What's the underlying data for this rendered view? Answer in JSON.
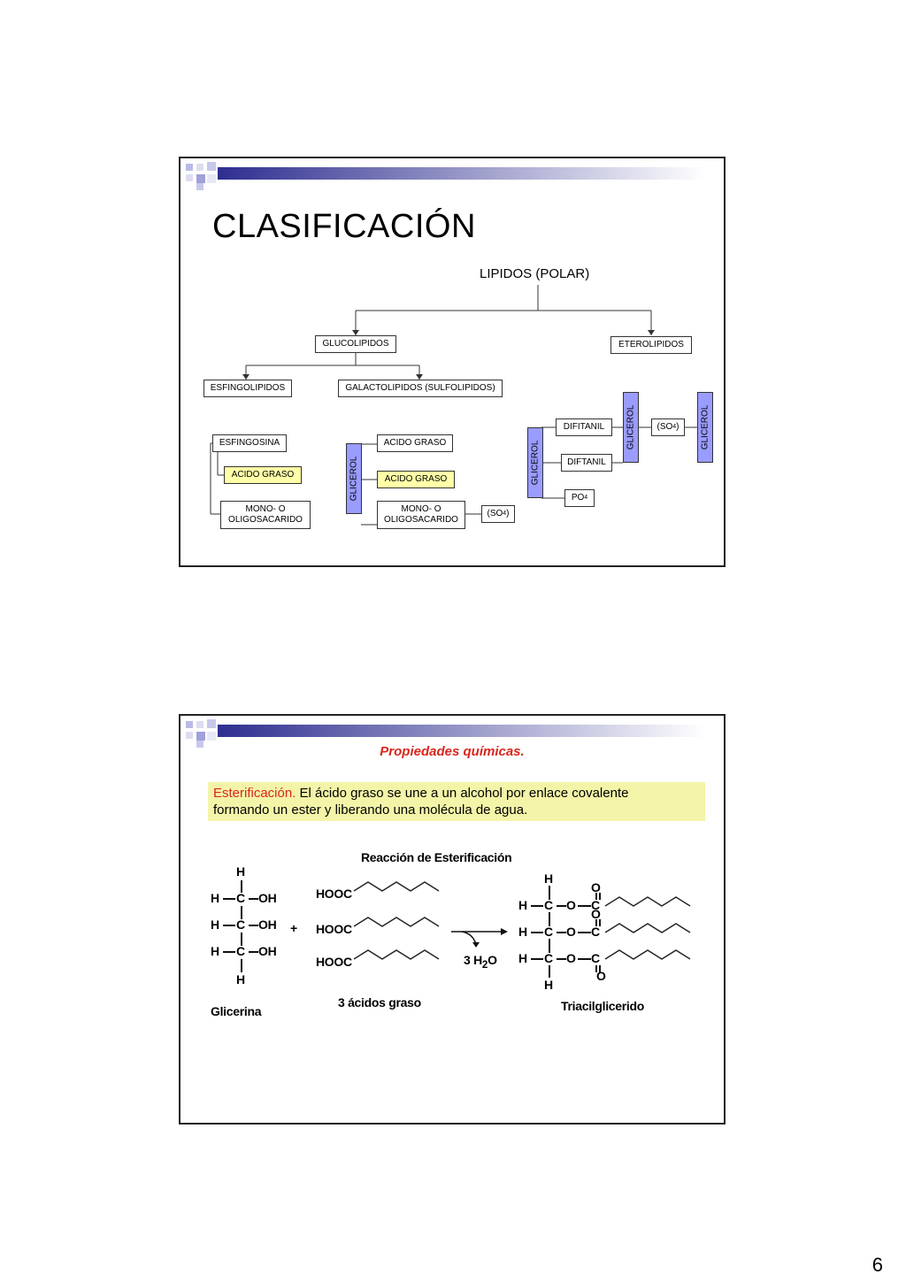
{
  "page_number": "6",
  "slide1": {
    "title": "CLASIFICACIÓN",
    "root": "LIPIDOS (POLAR)",
    "glucolipidos": "GLUCOLIPIDOS",
    "eterolipidos": "ETEROLIPIDOS",
    "esfingolipidos": "ESFINGOLIPIDOS",
    "galactolipidos": "GALACTOLIPIDOS (SULFOLIPIDOS)",
    "esfingosina": "ESFINGOSINA",
    "acido_graso": "ACIDO GRASO",
    "mono_line1": "MONO- O",
    "mono_line2": "OLIGOSACARIDO",
    "glicerol": "GLICEROL",
    "so4_text": "(SO",
    "so4_sub": "4",
    "so4_close": ")",
    "difitanil": "DIFITANIL",
    "diftanil": "DIFTANIL",
    "po4_text": "PO",
    "po4_sub": "4"
  },
  "slide2": {
    "subtitle": "Propiedades químicas.",
    "term": "Esterificación.",
    "description_line1": " El ácido graso se une a un alcohol por enlace covalente",
    "description_line2": "formando un ester y liberando una molécula de agua.",
    "reaction_title": "Reacción de Esterificación",
    "glycerin_label": "Glicerina",
    "fatty_acids_label": "3 ácidos graso",
    "triglyceride_label": "Triacilglicerido",
    "plus": "+",
    "water_prefix": "3 H",
    "water_sub": "2",
    "water_suffix": "O",
    "atom_h": "H",
    "atom_c": "C",
    "atom_o": "O",
    "group_oh": "OH",
    "group_hooc": "HOOC"
  }
}
